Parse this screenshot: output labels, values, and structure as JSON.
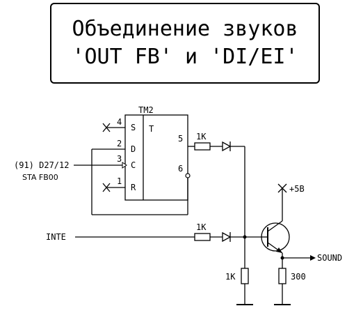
{
  "title": {
    "line1": "Объединение звуков",
    "line2": "'OUT FB' и 'DI/EI'"
  },
  "chip": {
    "name": "TM2",
    "type_label": "T",
    "pins": {
      "s": {
        "num": "4",
        "label": "S"
      },
      "d": {
        "num": "2",
        "label": "D"
      },
      "c": {
        "num": "3",
        "label": "C"
      },
      "r": {
        "num": "1",
        "label": "R"
      },
      "q": {
        "num": "5"
      },
      "qn": {
        "num": "6"
      }
    }
  },
  "inputs": {
    "clock_signal": "(91) D27/12",
    "clock_sub": "STA FB00",
    "inte": "INTE"
  },
  "resistors": {
    "r_top": "1K",
    "r_inte": "1K",
    "r_base": "1K",
    "r_emitter": "300"
  },
  "power": "+5В",
  "output": "SOUND"
}
